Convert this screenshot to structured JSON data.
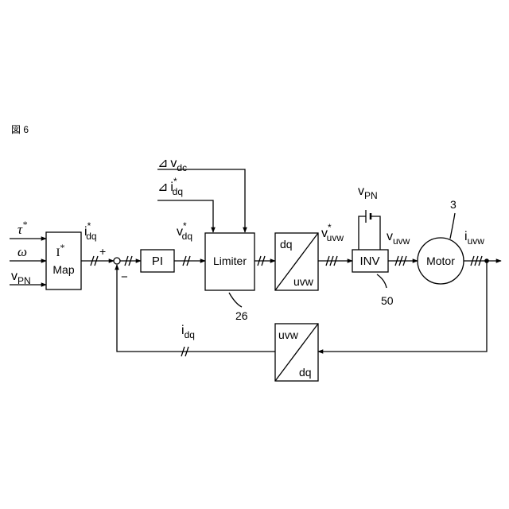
{
  "figure_label": "図 6",
  "inputs": {
    "tau": {
      "base": "τ",
      "sup": "*"
    },
    "omega": {
      "base": "ω"
    },
    "vpn": {
      "base": "v",
      "sub": "PN"
    }
  },
  "imap": {
    "line1": "I",
    "line1_sup": "*",
    "line2": "Map"
  },
  "idq_ref": {
    "base": "i",
    "sup": "*",
    "sub": "dq"
  },
  "plus": "+",
  "minus": "−",
  "pi_label": "PI",
  "vdq_ref": {
    "base": "v",
    "sup": "*",
    "sub": "dq"
  },
  "delta_vdc": {
    "delta": "⊿",
    "base": "v",
    "sub": "dc"
  },
  "delta_idq": {
    "delta": "⊿",
    "base": "i",
    "sup": "*",
    "sub": "dq"
  },
  "limiter_label": "Limiter",
  "limiter_ref": "26",
  "dq_uvw": {
    "top": "dq",
    "bottom": "uvw"
  },
  "vuvw_ref": {
    "base": "v",
    "sup": "*",
    "sub": "uvw"
  },
  "battery_label": {
    "base": "v",
    "sub": "PN"
  },
  "inv_label": "INV",
  "inv_ref": "50",
  "vuvw": {
    "base": "v",
    "sub": "uvw"
  },
  "motor_label": "Motor",
  "motor_ref": "3",
  "iuvw": {
    "base": "i",
    "sub": "uvw"
  },
  "uvw_dq": {
    "top": "uvw",
    "bottom": "dq"
  },
  "idq_fb": {
    "base": "i",
    "sub": "dq"
  }
}
